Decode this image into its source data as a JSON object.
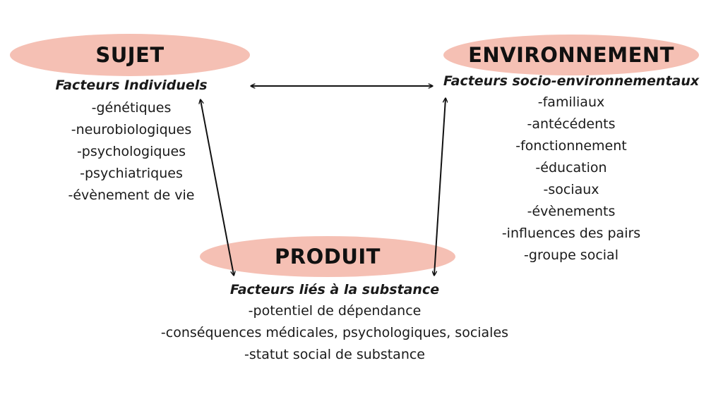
{
  "colors": {
    "blob": "#f5c0b4",
    "text": "#1a1a1a",
    "arrow": "#111111"
  },
  "sujet": {
    "title": "SUJET",
    "heading": "Facteurs Individuels",
    "items": [
      "-génétiques",
      "-neurobiologiques",
      "-psychologiques",
      "-psychiatriques",
      "-évènement de vie"
    ]
  },
  "environnement": {
    "title": "ENVIRONNEMENT",
    "heading": "Facteurs socio-environnementaux",
    "items": [
      "-familiaux",
      "-antécédents",
      "-fonctionnement",
      "-éducation",
      "-sociaux",
      "-évènements",
      "-influences des pairs",
      "-groupe social"
    ]
  },
  "produit": {
    "title": "PRODUIT",
    "heading": "Facteurs liés à la substance",
    "items": [
      "-potentiel de dépendance",
      "-conséquences médicales, psychologiques, sociales",
      "-statut social de substance"
    ]
  }
}
